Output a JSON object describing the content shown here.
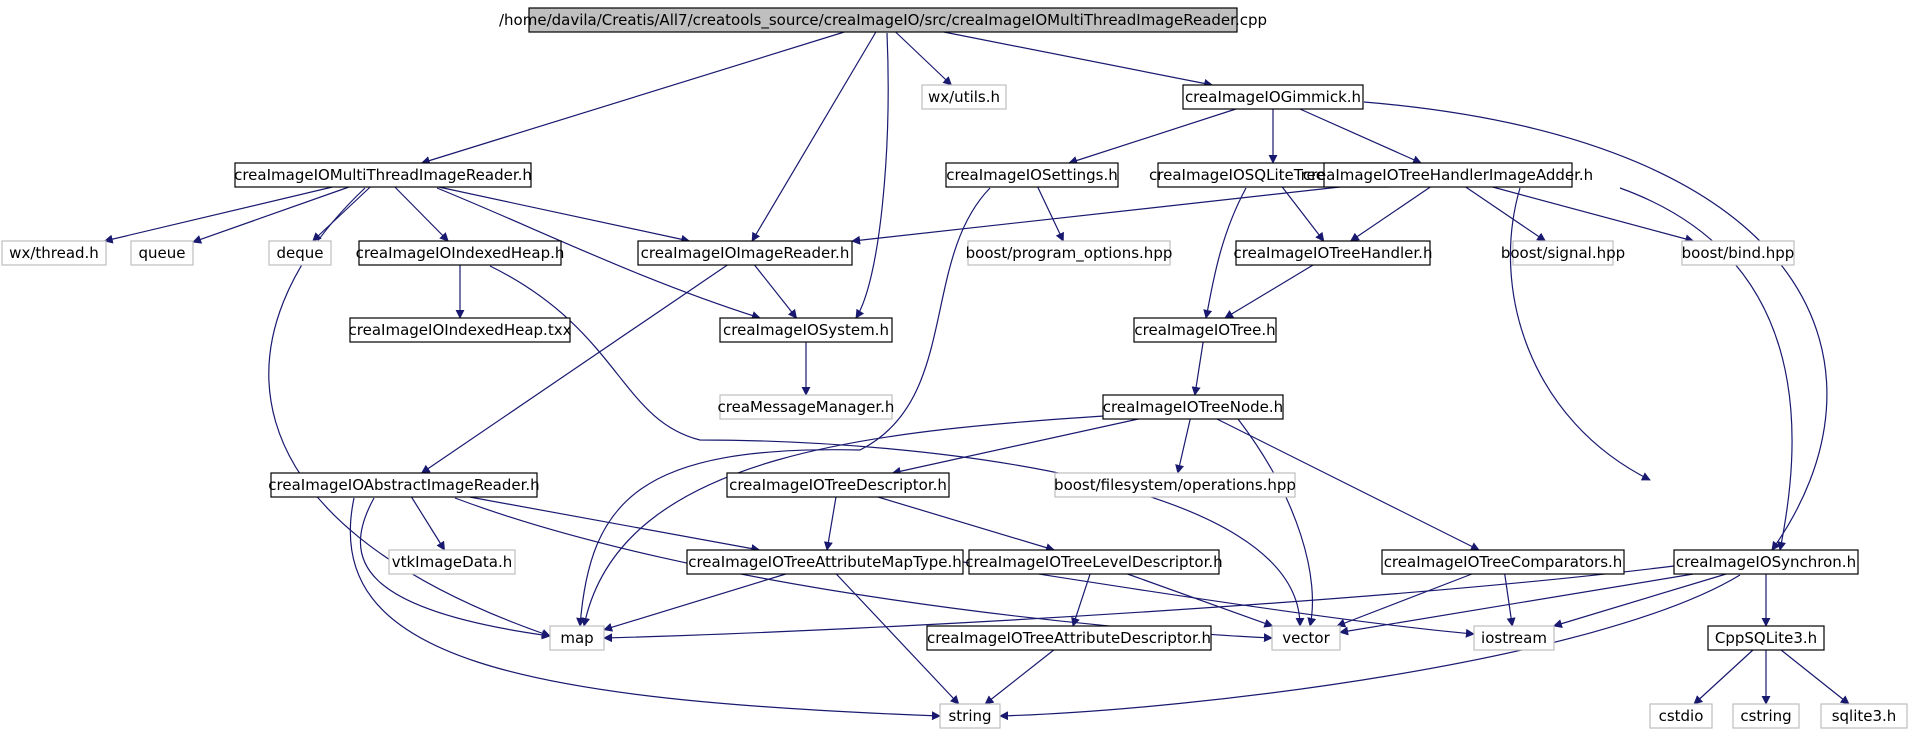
{
  "colors": {
    "edge": "#191970",
    "solid_border": "#000000",
    "system_border": "#bfbfbf",
    "root_fill": "#bfbfbf",
    "node_fill": "#ffffff",
    "system_text": "#000000"
  },
  "nodes": [
    {
      "id": "root",
      "label": "/home/davila/Creatis/All7/creatools_source/creaImageIO/src/creaImageIOMultiThreadImageReader.cpp",
      "kind": "root"
    },
    {
      "id": "mtreader_h",
      "label": "creaImageIOMultiThreadImageReader.h",
      "kind": "project"
    },
    {
      "id": "imagereader_h",
      "label": "creaImageIOImageReader.h",
      "kind": "project"
    },
    {
      "id": "system_h",
      "label": "creaImageIOSystem.h",
      "kind": "project"
    },
    {
      "id": "wxutils",
      "label": "wx/utils.h",
      "kind": "system"
    },
    {
      "id": "gimmick_h",
      "label": "creaImageIOGimmick.h",
      "kind": "project"
    },
    {
      "id": "wxthread",
      "label": "wx/thread.h",
      "kind": "system"
    },
    {
      "id": "queue",
      "label": "queue",
      "kind": "system"
    },
    {
      "id": "deque",
      "label": "deque",
      "kind": "system"
    },
    {
      "id": "indexedheap_h",
      "label": "creaImageIOIndexedHeap.h",
      "kind": "project"
    },
    {
      "id": "indexedheap_txx",
      "label": "creaImageIOIndexedHeap.txx",
      "kind": "project"
    },
    {
      "id": "settings_h",
      "label": "creaImageIOSettings.h",
      "kind": "project"
    },
    {
      "id": "sqlite_h",
      "label": "creaImageIOSQLiteTreeHandler.h",
      "kind": "project"
    },
    {
      "id": "adder_h",
      "label": "creaImageIOTreeHandlerImageAdder.h",
      "kind": "project"
    },
    {
      "id": "progopt",
      "label": "boost/program_options.hpp",
      "kind": "system"
    },
    {
      "id": "treehandler_h",
      "label": "creaImageIOTreeHandler.h",
      "kind": "project"
    },
    {
      "id": "signal",
      "label": "boost/signal.hpp",
      "kind": "system"
    },
    {
      "id": "bind",
      "label": "boost/bind.hpp",
      "kind": "system"
    },
    {
      "id": "tree_h",
      "label": "creaImageIOTree.h",
      "kind": "project"
    },
    {
      "id": "msgmgr",
      "label": "creaMessageManager.h",
      "kind": "system"
    },
    {
      "id": "treenode_h",
      "label": "creaImageIOTreeNode.h",
      "kind": "project"
    },
    {
      "id": "absreader_h",
      "label": "creaImageIOAbstractImageReader.h",
      "kind": "project"
    },
    {
      "id": "treedesc_h",
      "label": "creaImageIOTreeDescriptor.h",
      "kind": "project"
    },
    {
      "id": "fsops",
      "label": "boost/filesystem/operations.hpp",
      "kind": "system"
    },
    {
      "id": "vtkimg",
      "label": "vtkImageData.h",
      "kind": "system"
    },
    {
      "id": "attrmap_h",
      "label": "creaImageIOTreeAttributeMapType.h",
      "kind": "project"
    },
    {
      "id": "leveldesc_h",
      "label": "creaImageIOTreeLevelDescriptor.h",
      "kind": "project"
    },
    {
      "id": "comparators_h",
      "label": "creaImageIOTreeComparators.h",
      "kind": "project"
    },
    {
      "id": "synchron_h",
      "label": "creaImageIOSynchron.h",
      "kind": "project"
    },
    {
      "id": "map",
      "label": "map",
      "kind": "system"
    },
    {
      "id": "vector",
      "label": "vector",
      "kind": "system"
    },
    {
      "id": "iostream",
      "label": "iostream",
      "kind": "system"
    },
    {
      "id": "attrdesc_h",
      "label": "creaImageIOTreeAttributeDescriptor.h",
      "kind": "project"
    },
    {
      "id": "cppsqlite",
      "label": "CppSQLite3.h",
      "kind": "project"
    },
    {
      "id": "string",
      "label": "string",
      "kind": "system"
    },
    {
      "id": "cstdio",
      "label": "cstdio",
      "kind": "system"
    },
    {
      "id": "cstring",
      "label": "cstring",
      "kind": "system"
    },
    {
      "id": "sqlite3",
      "label": "sqlite3.h",
      "kind": "system"
    }
  ],
  "edges": [
    [
      "root",
      "mtreader_h"
    ],
    [
      "root",
      "imagereader_h"
    ],
    [
      "root",
      "system_h"
    ],
    [
      "root",
      "wxutils"
    ],
    [
      "root",
      "gimmick_h"
    ],
    [
      "mtreader_h",
      "wxthread"
    ],
    [
      "mtreader_h",
      "queue"
    ],
    [
      "mtreader_h",
      "deque"
    ],
    [
      "mtreader_h",
      "indexedheap_h"
    ],
    [
      "mtreader_h",
      "imagereader_h"
    ],
    [
      "mtreader_h",
      "system_h"
    ],
    [
      "mtreader_h",
      "map"
    ],
    [
      "indexedheap_h",
      "indexedheap_txx"
    ],
    [
      "indexedheap_h",
      "vector"
    ],
    [
      "imagereader_h",
      "system_h"
    ],
    [
      "imagereader_h",
      "absreader_h"
    ],
    [
      "system_h",
      "msgmgr"
    ],
    [
      "gimmick_h",
      "settings_h"
    ],
    [
      "gimmick_h",
      "sqlite_h"
    ],
    [
      "gimmick_h",
      "adder_h"
    ],
    [
      "gimmick_h",
      "synchron_h"
    ],
    [
      "settings_h",
      "progopt"
    ],
    [
      "settings_h",
      "map"
    ],
    [
      "sqlite_h",
      "treehandler_h"
    ],
    [
      "sqlite_h",
      "tree_h"
    ],
    [
      "adder_h",
      "imagereader_h"
    ],
    [
      "adder_h",
      "treehandler_h"
    ],
    [
      "adder_h",
      "signal"
    ],
    [
      "adder_h",
      "bind"
    ],
    [
      "adder_h",
      "iostream"
    ],
    [
      "adder_h",
      "synchron_h"
    ],
    [
      "treehandler_h",
      "tree_h"
    ],
    [
      "tree_h",
      "treenode_h"
    ],
    [
      "treenode_h",
      "treedesc_h"
    ],
    [
      "treenode_h",
      "fsops"
    ],
    [
      "treenode_h",
      "map"
    ],
    [
      "treenode_h",
      "vector"
    ],
    [
      "treenode_h",
      "comparators_h"
    ],
    [
      "absreader_h",
      "vtkimg"
    ],
    [
      "absreader_h",
      "attrmap_h"
    ],
    [
      "absreader_h",
      "map"
    ],
    [
      "absreader_h",
      "vector"
    ],
    [
      "absreader_h",
      "string"
    ],
    [
      "treedesc_h",
      "attrmap_h"
    ],
    [
      "treedesc_h",
      "leveldesc_h"
    ],
    [
      "attrmap_h",
      "map"
    ],
    [
      "attrmap_h",
      "string"
    ],
    [
      "attrmap_h",
      "iostream"
    ],
    [
      "leveldesc_h",
      "attrdesc_h"
    ],
    [
      "leveldesc_h",
      "vector"
    ],
    [
      "attrdesc_h",
      "string"
    ],
    [
      "comparators_h",
      "vector"
    ],
    [
      "comparators_h",
      "iostream"
    ],
    [
      "synchron_h",
      "map"
    ],
    [
      "synchron_h",
      "vector"
    ],
    [
      "synchron_h",
      "iostream"
    ],
    [
      "synchron_h",
      "string"
    ],
    [
      "synchron_h",
      "cppsqlite"
    ],
    [
      "cppsqlite",
      "cstdio"
    ],
    [
      "cppsqlite",
      "cstring"
    ],
    [
      "cppsqlite",
      "sqlite3"
    ]
  ]
}
